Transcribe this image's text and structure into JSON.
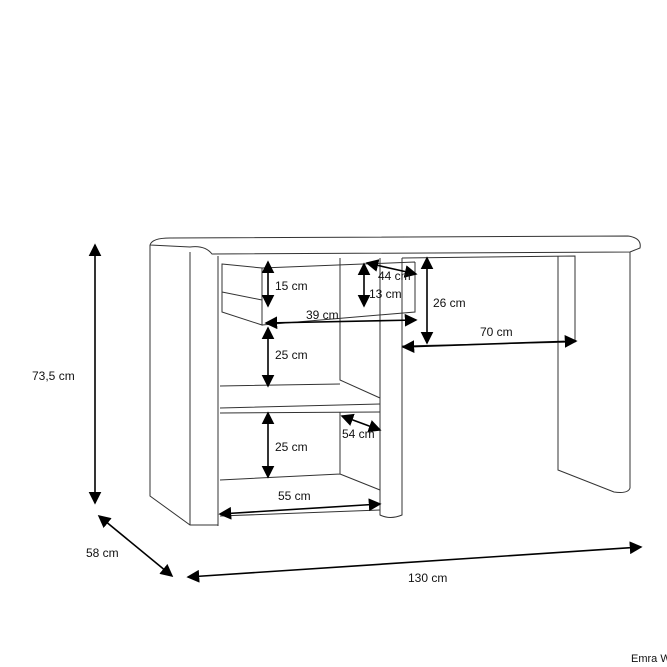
{
  "product_name": "Emra Wood",
  "dimensions": {
    "height": "73,5 cm",
    "depth": "58 cm",
    "width": "130 cm",
    "drawer_height": "15 cm",
    "drawer_inner_height": "13 cm",
    "drawer_depth": "44 cm",
    "drawer_width": "39 cm",
    "knee_height": "26 cm",
    "knee_width": "70 cm",
    "upper_shelf_height": "25 cm",
    "shelf_depth": "54 cm",
    "lower_shelf_height": "25 cm",
    "shelf_width": "55 cm"
  }
}
